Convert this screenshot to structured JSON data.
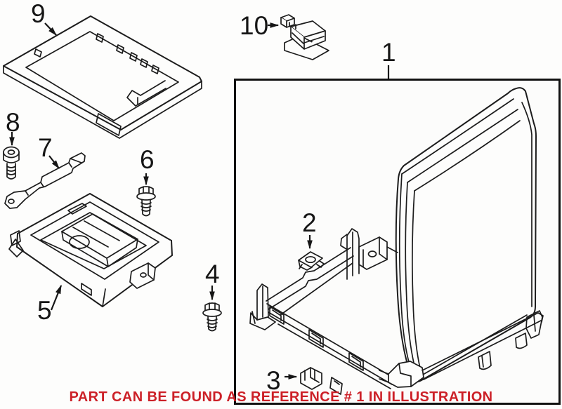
{
  "diagram": {
    "background": "#fdfdfc",
    "line_color": "#1c1c1c",
    "box_border_color": "#111111",
    "footer": {
      "text": "PART CAN BE FOUND AS REFERENCE # 1 IN ILLUSTRATION",
      "color": "#cc2027"
    },
    "callouts": {
      "ref1": {
        "label": "1",
        "part": "console-assembly-reference-box"
      },
      "ref2": {
        "label": "2",
        "part": "clip-nut"
      },
      "ref3": {
        "label": "3",
        "part": "retainer-clip"
      },
      "ref4": {
        "label": "4",
        "part": "flange-hex-bolt"
      },
      "ref5": {
        "label": "5",
        "part": "storage-bin"
      },
      "ref6": {
        "label": "6",
        "part": "flange-hex-bolt"
      },
      "ref7": {
        "label": "7",
        "part": "hinge-strap"
      },
      "ref8": {
        "label": "8",
        "part": "socket-head-screw"
      },
      "ref9": {
        "label": "9",
        "part": "armrest-lid"
      },
      "ref10": {
        "label": "10",
        "part": "lid-latch"
      }
    }
  }
}
